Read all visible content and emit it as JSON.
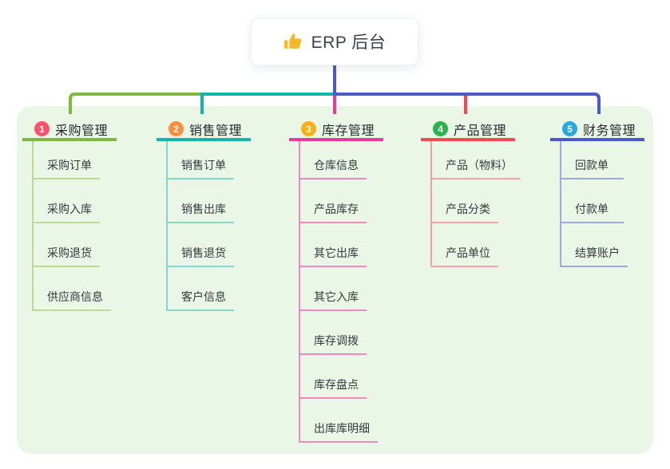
{
  "root": {
    "label": "ERP 后台",
    "icon": "thumbs-up-icon",
    "icon_color": "#f5b829",
    "stem_color": "#4a5ac8"
  },
  "theme": {
    "canvas_bg": "#eaf7e6"
  },
  "branches": [
    {
      "index": "1",
      "label": "采购管理",
      "badge_color": "#fb5368",
      "line_color": "#7cb93e",
      "light_color": "#b9dc92",
      "children": [
        "采购订单",
        "采购入库",
        "采购退货",
        "供应商信息"
      ]
    },
    {
      "index": "2",
      "label": "销售管理",
      "badge_color": "#fc8e3e",
      "line_color": "#13b5ab",
      "light_color": "#84d6cf",
      "children": [
        "销售订单",
        "销售出库",
        "销售退货",
        "客户信息"
      ]
    },
    {
      "index": "3",
      "label": "库存管理",
      "badge_color": "#fbb015",
      "line_color": "#e83a9d",
      "light_color": "#f287c4",
      "children": [
        "仓库信息",
        "产品库存",
        "其它出库",
        "其它入库",
        "库存调拨",
        "库存盘点",
        "出库库明细"
      ]
    },
    {
      "index": "4",
      "label": "产品管理",
      "badge_color": "#2cb34b",
      "line_color": "#f8484f",
      "light_color": "#fb9fa4",
      "children": [
        "产品（物料）",
        "产品分类",
        "产品单位"
      ]
    },
    {
      "index": "5",
      "label": "财务管理",
      "badge_color": "#29a8dc",
      "line_color": "#4a5ac8",
      "light_color": "#9cabdd",
      "children": [
        "回款单",
        "付款单",
        "结算账户"
      ]
    }
  ]
}
